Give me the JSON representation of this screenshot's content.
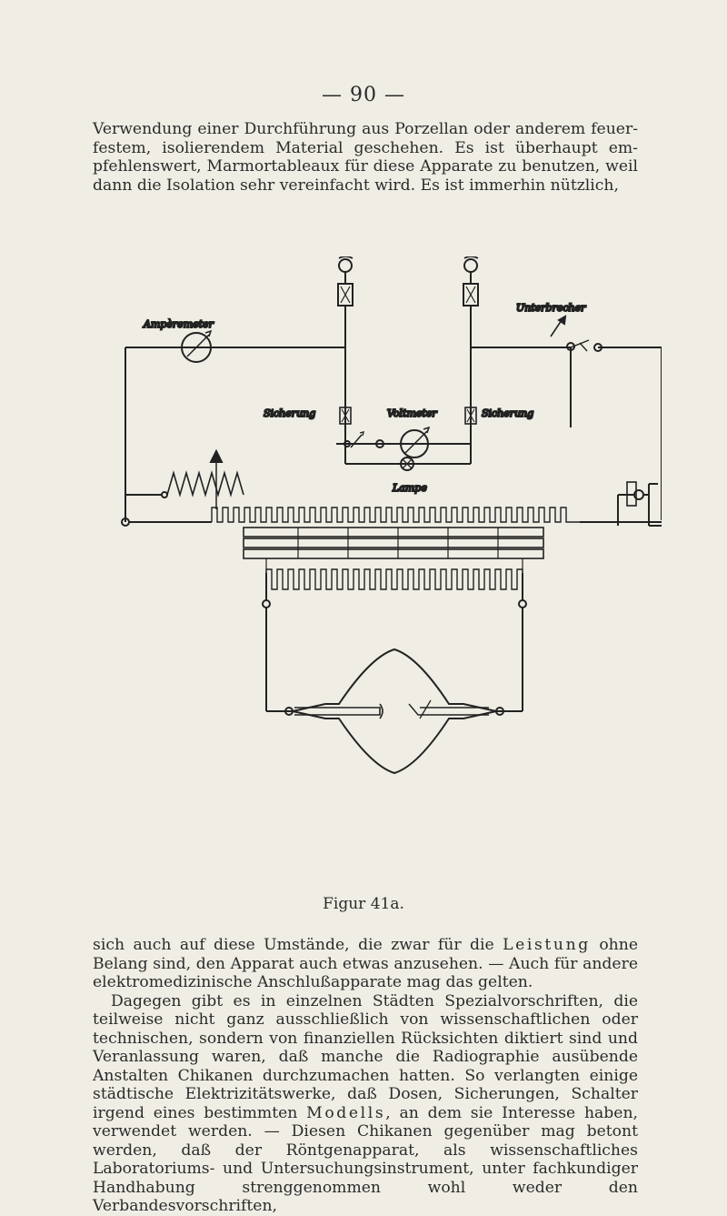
{
  "page_number": "— 90 —",
  "paragraph_top": [
    "Verwendung einer Durchführung aus Porzellan oder anderem feuer-",
    "festem, isolierendem Material geschehen. Es ist überhaupt em-",
    "pfehlenswert, Marmortableaux für diese Apparate zu benutzen, weil",
    "dann die Isolation sehr vereinfacht wird. Es ist immerhin nützlich,"
  ],
  "figure": {
    "labels": {
      "ampere": "Ampèremeter",
      "voltmeter": "Voltmeter",
      "sicherung_left": "Sicherung",
      "sicherung_right": "Sicherung",
      "lampe": "Lampe",
      "unterbrecher": "Unterbrecher"
    }
  },
  "caption": "Figur 41a.",
  "paragraph_bottom": {
    "line1_a": "sich auch auf diese Umstände, die zwar für die ",
    "line1_spaced": "Leistung",
    "line1_b": " ohne",
    "rest_1": "Belang sind, den Apparat auch etwas anzusehen. — Auch für andere elektromedizinische Anschlußapparate mag das gelten.",
    "rest_2": "Dagegen gibt es in einzelnen Städten Spezialvorschriften, die teilweise nicht ganz ausschließlich von wissenschaftlichen oder technischen, sondern von finanziellen Rücksichten diktiert sind und Veranlassung waren, daß manche die Radiographie ausübende Anstalten Chikanen durchzumachen hatten. So verlangten einige städtische Elektrizitätswerke, daß Dosen, Sicherungen, Schalter irgend eines bestimmten ",
    "rest_2_spaced": "Modells",
    "rest_3": ", an dem sie Interesse haben, verwendet werden. — Diesen Chikanen gegenüber mag betont werden, daß der Röntgenapparat, als wissenschaftliches Laboratoriums- und Untersuchungsinstrument, unter fachkundiger Handhabung strenggenommen wohl weder den Verbandesvorschriften,"
  }
}
